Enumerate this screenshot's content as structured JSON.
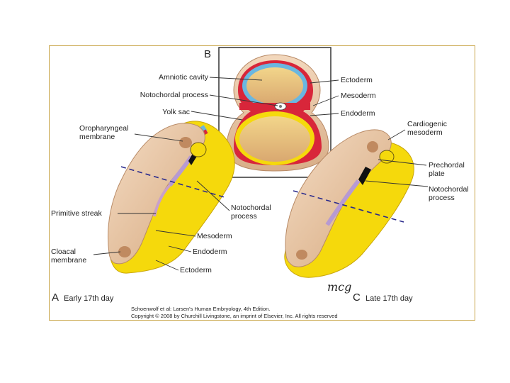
{
  "panels": {
    "a": {
      "letter": "A",
      "caption": "Early 17th day"
    },
    "b": {
      "letter": "B"
    },
    "c": {
      "letter": "C",
      "caption": "Late 17th day"
    }
  },
  "labels": {
    "amniotic_cavity": "Amniotic cavity",
    "notochordal_process_b": "Notochordal process",
    "yolk_sac": "Yolk sac",
    "ectoderm_b": "Ectoderm",
    "mesoderm_b": "Mesoderm",
    "endoderm_b": "Endoderm",
    "oropharyngeal_1": "Oropharyngeal",
    "oropharyngeal_2": "membrane",
    "primitive_streak": "Primitive streak",
    "cloacal_1": "Cloacal",
    "cloacal_2": "membrane",
    "notochordal_a_1": "Notochordal",
    "notochordal_a_2": "process",
    "mesoderm_a": "Mesoderm",
    "endoderm_a": "Endoderm",
    "ectoderm_a": "Ectoderm",
    "cardiogenic_1": "Cardiogenic",
    "cardiogenic_2": "mesoderm",
    "prechordal_1": "Prechordal",
    "prechordal_2": "plate",
    "notochordal_c_1": "Notochordal",
    "notochordal_c_2": "process"
  },
  "credit": {
    "line1": "Schoenwolf et al: Larsen's Human Embryology, 4th Edition.",
    "line2": "Copyright © 2008 by Churchill Livingstone, an imprint of Elsevier, Inc. All rights reserved"
  },
  "signature": "mcg",
  "colors": {
    "frame": "#c9a64a",
    "yolk": "#f5d90c",
    "ectoderm_tan": "#e6c3a3",
    "mesoderm_red": "#d8263a",
    "ectoderm_blue": "#6ab7e0",
    "notochord_purple": "#b79ad2",
    "section_line": "#2a2a8c"
  }
}
